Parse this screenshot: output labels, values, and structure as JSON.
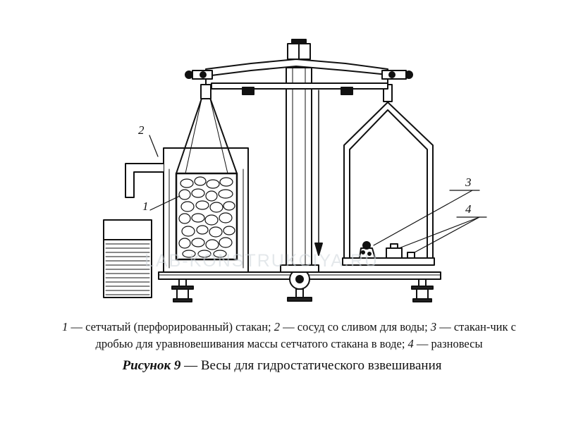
{
  "labels": [
    "1",
    "2",
    "3",
    "4"
  ],
  "watermark": "LAB-KONSTRUKCIYA.RU",
  "legend": {
    "n1": "1",
    "t1": " — сетчатый (перфорированный) стакан; ",
    "n2": "2",
    "t2": " — сосуд со сливом для воды; ",
    "n3": "3",
    "t3": " — стакан-чик с дробью для уравновешивания массы сетчатого стакана в воде; ",
    "n4": "4",
    "t4": " — разновесы"
  },
  "caption": {
    "label": "Рисунок 9",
    "text": " — Весы для гидростатического взвешивания"
  }
}
